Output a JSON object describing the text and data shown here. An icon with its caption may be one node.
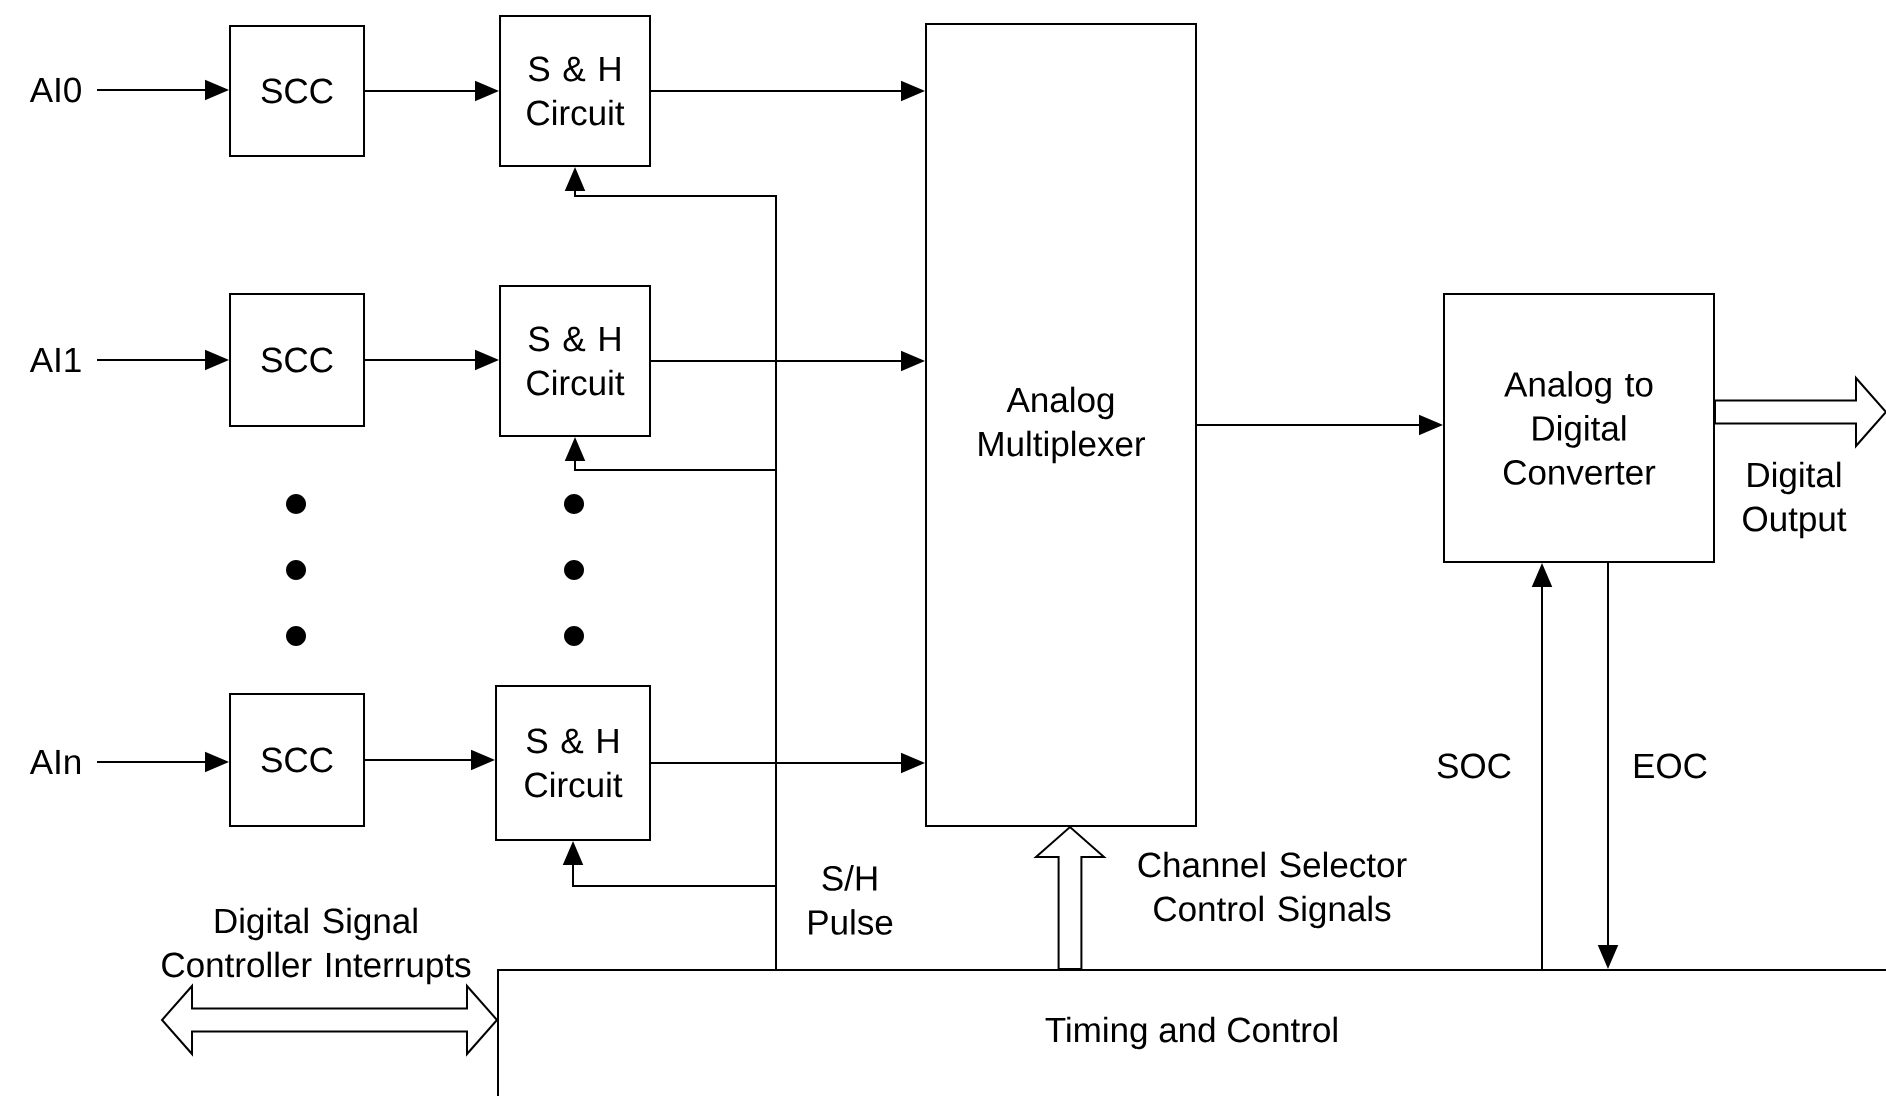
{
  "diagram": {
    "nodes": [
      {
        "text": [
          "AI0"
        ]
      },
      {
        "text": [
          "SCC"
        ]
      },
      {
        "text": [
          "S & H Circuit"
        ]
      },
      {
        "text": [
          "AI1"
        ]
      },
      {
        "text": [
          "SCC"
        ]
      },
      {
        "text": [
          "S & H Circuit"
        ]
      },
      {
        "text": [
          "AIn"
        ]
      },
      {
        "text": [
          "SCC"
        ]
      },
      {
        "text": [
          "S & H Circuit"
        ]
      },
      {
        "text": [
          "Analog Multiplexer"
        ]
      },
      {
        "text": [
          "Analog to Digital Converter"
        ]
      },
      {
        "text": [
          "Timing and Control"
        ]
      }
    ],
    "edges": [
      {
        "from": 0,
        "to": 1,
        "arrow": "to"
      },
      {
        "from": 1,
        "to": 2,
        "arrow": "to"
      },
      {
        "from": 2,
        "to": 9,
        "arrow": "to"
      },
      {
        "from": 3,
        "to": 4,
        "arrow": "to"
      },
      {
        "from": 4,
        "to": 5,
        "arrow": "to"
      },
      {
        "from": 5,
        "to": 9,
        "arrow": "to"
      },
      {
        "from": 6,
        "to": 7,
        "arrow": "to"
      },
      {
        "from": 7,
        "to": 8,
        "arrow": "to"
      },
      {
        "from": 8,
        "to": 9,
        "arrow": "to"
      },
      {
        "from": 9,
        "to": 10,
        "arrow": "to"
      },
      {
        "from": 11,
        "to": 2,
        "arrow": "to"
      },
      {
        "from": 11,
        "to": 5,
        "arrow": "to"
      },
      {
        "from": 11,
        "to": 8,
        "arrow": "to",
        "label": "S/H Pulse"
      },
      {
        "from": 11,
        "to": 9,
        "arrow": "to",
        "style": "thick",
        "label": "Channel Selector Control Signals"
      },
      {
        "from": 11,
        "to": 10,
        "arrow": "to",
        "label": "SOC"
      },
      {
        "from": 10,
        "to": 11,
        "arrow": "to",
        "label": "EOC"
      },
      {
        "from": 10,
        "to": null,
        "arrow": "to",
        "style": "thick",
        "label": "Digital Output"
      },
      {
        "from": null,
        "to": 11,
        "arrow": "both",
        "style": "thick",
        "label": "Digital Signal Controller Interrupts"
      }
    ]
  }
}
